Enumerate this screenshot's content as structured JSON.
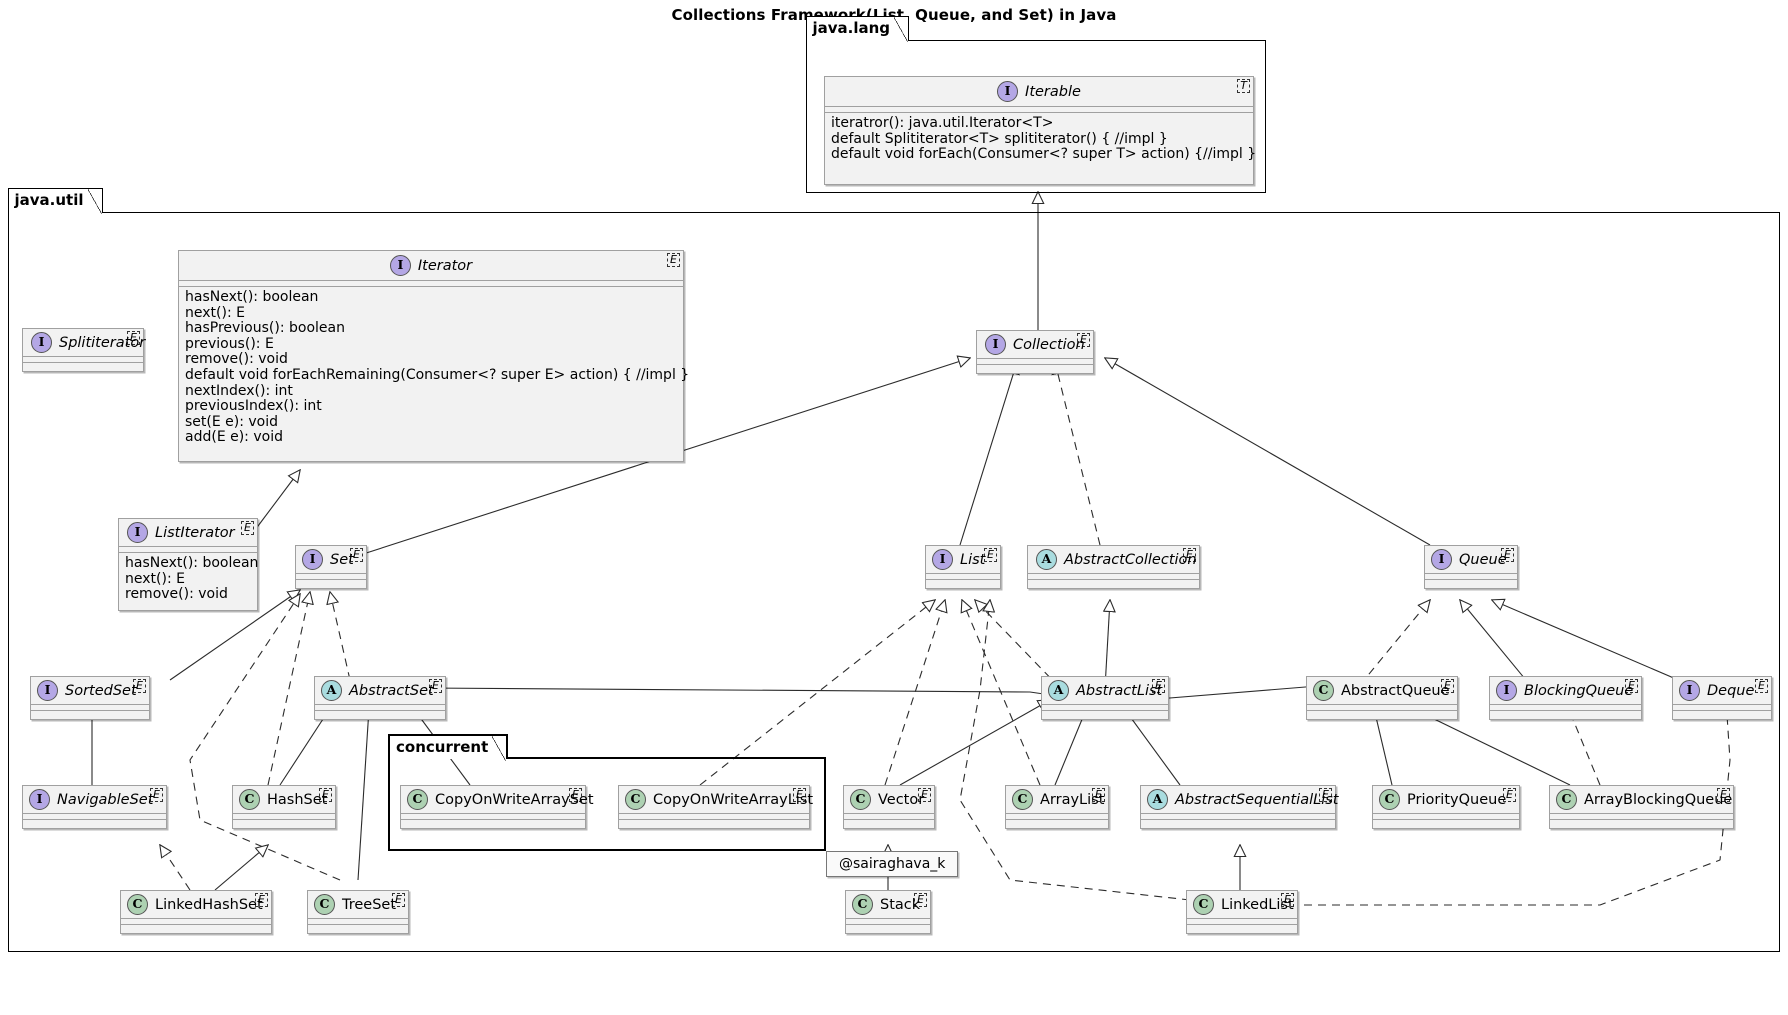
{
  "diagram": {
    "title": "Collections Framework(List, Queue, and Set) in Java",
    "footer": "@sairaghava_k",
    "generic_badge": "E",
    "generic_badge_t": "T",
    "stereotype_interface": "I",
    "stereotype_abstract": "A",
    "stereotype_class": "C"
  },
  "packages": [
    {
      "id": "java-lang",
      "name": "java.lang"
    },
    {
      "id": "java-util",
      "name": "java.util"
    },
    {
      "id": "concurrent",
      "name": "concurrent"
    }
  ],
  "classes": {
    "iterable": {
      "name": "Iterable",
      "kind": "interface",
      "badge": "T",
      "members": [
        "iteratror(): java.util.Iterator<T>",
        "default Splititerator<T> splititerator() { //impl }",
        "default void forEach(Consumer<? super T> action) {//impl }"
      ]
    },
    "iterator": {
      "name": "Iterator",
      "kind": "interface",
      "badge": "E",
      "members": [
        "hasNext(): boolean",
        "next(): E",
        "hasPrevious(): boolean",
        "previous(): E",
        "remove(): void",
        "default void forEachRemaining(Consumer<? super E> action) { //impl }",
        "nextIndex(): int",
        "previousIndex(): int",
        "set(E e): void",
        "add(E e): void"
      ]
    },
    "splititerator": {
      "name": "Splititerator",
      "kind": "interface",
      "badge": "E",
      "members": []
    },
    "listiterator": {
      "name": "ListIterator",
      "kind": "interface",
      "badge": "E",
      "members": [
        "hasNext(): boolean",
        "next(): E",
        "remove(): void"
      ]
    },
    "collection": {
      "name": "Collection",
      "kind": "interface",
      "badge": "E",
      "members": []
    },
    "set": {
      "name": "Set",
      "kind": "interface",
      "badge": "E",
      "members": []
    },
    "list": {
      "name": "List",
      "kind": "interface",
      "badge": "E",
      "members": []
    },
    "abstractcollection": {
      "name": "AbstractCollection",
      "kind": "abstract",
      "badge": "E",
      "members": []
    },
    "queue": {
      "name": "Queue",
      "kind": "interface",
      "badge": "E",
      "members": []
    },
    "sortedset": {
      "name": "SortedSet",
      "kind": "interface",
      "badge": "E",
      "members": []
    },
    "abstractset": {
      "name": "AbstractSet",
      "kind": "abstract",
      "badge": "E",
      "members": []
    },
    "abstractlist": {
      "name": "AbstractList",
      "kind": "abstract",
      "badge": "E",
      "members": []
    },
    "abstractqueue": {
      "name": "AbstractQueue",
      "kind": "class",
      "badge": "E",
      "members": []
    },
    "blockingqueue": {
      "name": "BlockingQueue",
      "kind": "interface",
      "badge": "E",
      "members": []
    },
    "deque": {
      "name": "Deque",
      "kind": "interface",
      "badge": "E",
      "members": []
    },
    "navigableset": {
      "name": "NavigableSet",
      "kind": "interface",
      "badge": "E",
      "members": []
    },
    "hashset": {
      "name": "HashSet",
      "kind": "class",
      "badge": "E",
      "members": []
    },
    "copyonwritearrayset": {
      "name": "CopyOnWriteArraySet",
      "kind": "class",
      "badge": "E",
      "members": []
    },
    "copyonwritearraylist": {
      "name": "CopyOnWriteArrayList",
      "kind": "class",
      "badge": "E",
      "members": []
    },
    "vector": {
      "name": "Vector",
      "kind": "class",
      "badge": "E",
      "members": []
    },
    "arraylist": {
      "name": "ArrayList",
      "kind": "class",
      "badge": "E",
      "members": []
    },
    "abstractsequentiallist": {
      "name": "AbstractSequentialList",
      "kind": "abstract",
      "badge": "E",
      "members": []
    },
    "priorityqueue": {
      "name": "PriorityQueue",
      "kind": "class",
      "badge": "E",
      "members": []
    },
    "arrayblockingqueue": {
      "name": "ArrayBlockingQueue",
      "kind": "class",
      "badge": "E",
      "members": []
    },
    "linkedhashset": {
      "name": "LinkedHashSet",
      "kind": "class",
      "badge": "E",
      "members": []
    },
    "treeset": {
      "name": "TreeSet",
      "kind": "class",
      "badge": "E",
      "members": []
    },
    "stack": {
      "name": "Stack",
      "kind": "class",
      "badge": "E",
      "members": []
    },
    "linkedlist": {
      "name": "LinkedList",
      "kind": "class",
      "badge": "E",
      "members": []
    }
  },
  "relations": [
    {
      "from": "collection",
      "to": "iterable",
      "type": "extends"
    },
    {
      "from": "listiterator",
      "to": "iterator",
      "type": "extends"
    },
    {
      "from": "set",
      "to": "collection",
      "type": "extends"
    },
    {
      "from": "list",
      "to": "collection",
      "type": "extends"
    },
    {
      "from": "abstractcollection",
      "to": "collection",
      "type": "implements"
    },
    {
      "from": "queue",
      "to": "collection",
      "type": "extends"
    },
    {
      "from": "sortedset",
      "to": "set",
      "type": "extends"
    },
    {
      "from": "abstractset",
      "to": "set",
      "type": "implements"
    },
    {
      "from": "hashset",
      "to": "set",
      "type": "implements"
    },
    {
      "from": "treeset",
      "to": "set",
      "type": "implements"
    },
    {
      "from": "navigableset",
      "to": "sortedset",
      "type": "extends"
    },
    {
      "from": "hashset",
      "to": "abstractset",
      "type": "extends"
    },
    {
      "from": "treeset",
      "to": "abstractset",
      "type": "extends"
    },
    {
      "from": "copyonwritearrayset",
      "to": "abstractset",
      "type": "extends"
    },
    {
      "from": "abstractset",
      "to": "abstractcollection",
      "type": "extends"
    },
    {
      "from": "linkedhashset",
      "to": "navigableset",
      "type": "implements"
    },
    {
      "from": "linkedhashset",
      "to": "hashset",
      "type": "extends"
    },
    {
      "from": "abstractlist",
      "to": "abstractcollection",
      "type": "extends"
    },
    {
      "from": "abstractlist",
      "to": "list",
      "type": "implements"
    },
    {
      "from": "vector",
      "to": "list",
      "type": "implements"
    },
    {
      "from": "arraylist",
      "to": "list",
      "type": "implements"
    },
    {
      "from": "copyonwritearraylist",
      "to": "list",
      "type": "implements"
    },
    {
      "from": "linkedlist",
      "to": "list",
      "type": "implements"
    },
    {
      "from": "vector",
      "to": "abstractlist",
      "type": "extends"
    },
    {
      "from": "arraylist",
      "to": "abstractlist",
      "type": "extends"
    },
    {
      "from": "abstractsequentiallist",
      "to": "abstractlist",
      "type": "extends"
    },
    {
      "from": "stack",
      "to": "vector",
      "type": "extends"
    },
    {
      "from": "linkedlist",
      "to": "abstractsequentiallist",
      "type": "extends"
    },
    {
      "from": "abstractqueue",
      "to": "queue",
      "type": "implements"
    },
    {
      "from": "blockingqueue",
      "to": "queue",
      "type": "extends"
    },
    {
      "from": "deque",
      "to": "queue",
      "type": "extends"
    },
    {
      "from": "abstractqueue",
      "to": "abstractcollection",
      "type": "extends"
    },
    {
      "from": "priorityqueue",
      "to": "abstractqueue",
      "type": "extends"
    },
    {
      "from": "arrayblockingqueue",
      "to": "abstractqueue",
      "type": "extends"
    },
    {
      "from": "arrayblockingqueue",
      "to": "blockingqueue",
      "type": "implements"
    },
    {
      "from": "linkedlist",
      "to": "deque",
      "type": "implements"
    }
  ]
}
